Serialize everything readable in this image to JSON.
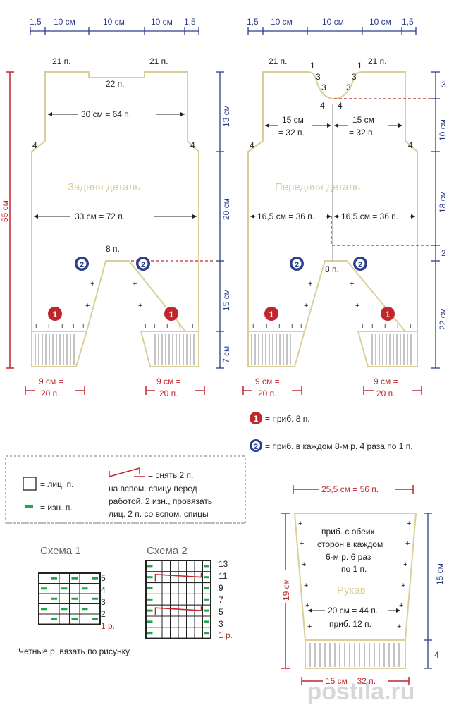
{
  "top_scale": [
    "1,5",
    "10 см",
    "10 см",
    "10 см",
    "1,5"
  ],
  "back": {
    "title": "Задняя деталь",
    "shoulder_left": "21 п.",
    "shoulder_right": "21 п.",
    "neck": "22 п.",
    "upper_width": "30 см = 64 п.",
    "lower_width": "33 см = 72 п.",
    "armhole": "4",
    "crotch": "8 п.",
    "leg_width": "9 см =",
    "leg_stitches": "20 п.",
    "height_total": "55 см",
    "heights": [
      "13 см",
      "20 см",
      "15 см",
      "7 см"
    ]
  },
  "front": {
    "title": "Передняя деталь",
    "shoulder_left": "21 п.",
    "shoulder_right": "21 п.",
    "neck_steps": [
      "1",
      "3",
      "3",
      "4",
      "1",
      "3",
      "3",
      "4"
    ],
    "upper_half_cm": "15 см",
    "upper_half_st": "= 32 п.",
    "lower_half": "16,5 см = 36 п.",
    "armhole": "4",
    "crotch": "8 п.",
    "leg_width": "9 см =",
    "leg_stitches": "20 п.",
    "heights": [
      "3",
      "10 см",
      "18 см",
      "2",
      "22 см"
    ]
  },
  "legend_markers": [
    {
      "num": "1",
      "text": "= приб. 8 п."
    },
    {
      "num": "2",
      "text": "= приб. в каждом 8-м р. 4 раза по 1 п."
    }
  ],
  "key": {
    "knit": "= лиц. п.",
    "purl": "= изн. п.",
    "cable_1": "= снять 2 п.",
    "cable_2": "на вспом. спицу перед",
    "cable_3": "работой, 2 изн., провязать",
    "cable_4": "лиц. 2 п. со вспом. спицы"
  },
  "scheme1": {
    "title": "Схема 1",
    "rows": [
      "5",
      "4",
      "3",
      "2",
      "1 р."
    ]
  },
  "scheme2": {
    "title": "Схема 2",
    "rows": [
      "13",
      "11",
      "9",
      "7",
      "5",
      "3",
      "1 р."
    ]
  },
  "even_rows_note": "Четные р. вязать по рисунку",
  "sleeve": {
    "title": "Рукав",
    "top_width": "25,5 см = 56 п.",
    "inc_note": [
      "приб. с обеих",
      "сторон в каждом",
      "6-м р. 6 раз",
      "по 1 п."
    ],
    "mid_width": "20 см = 44 п.",
    "mid_inc": "приб. 12 п.",
    "bottom_width": "15 см = 32 п.",
    "height": "19 см",
    "right_heights": [
      "15 см",
      "4"
    ]
  },
  "watermark": "postila.ru",
  "colors": {
    "outline": "#d9cf9a",
    "blue": "#2b3e8c",
    "red": "#c0272d",
    "purl": "#1fa64a"
  }
}
